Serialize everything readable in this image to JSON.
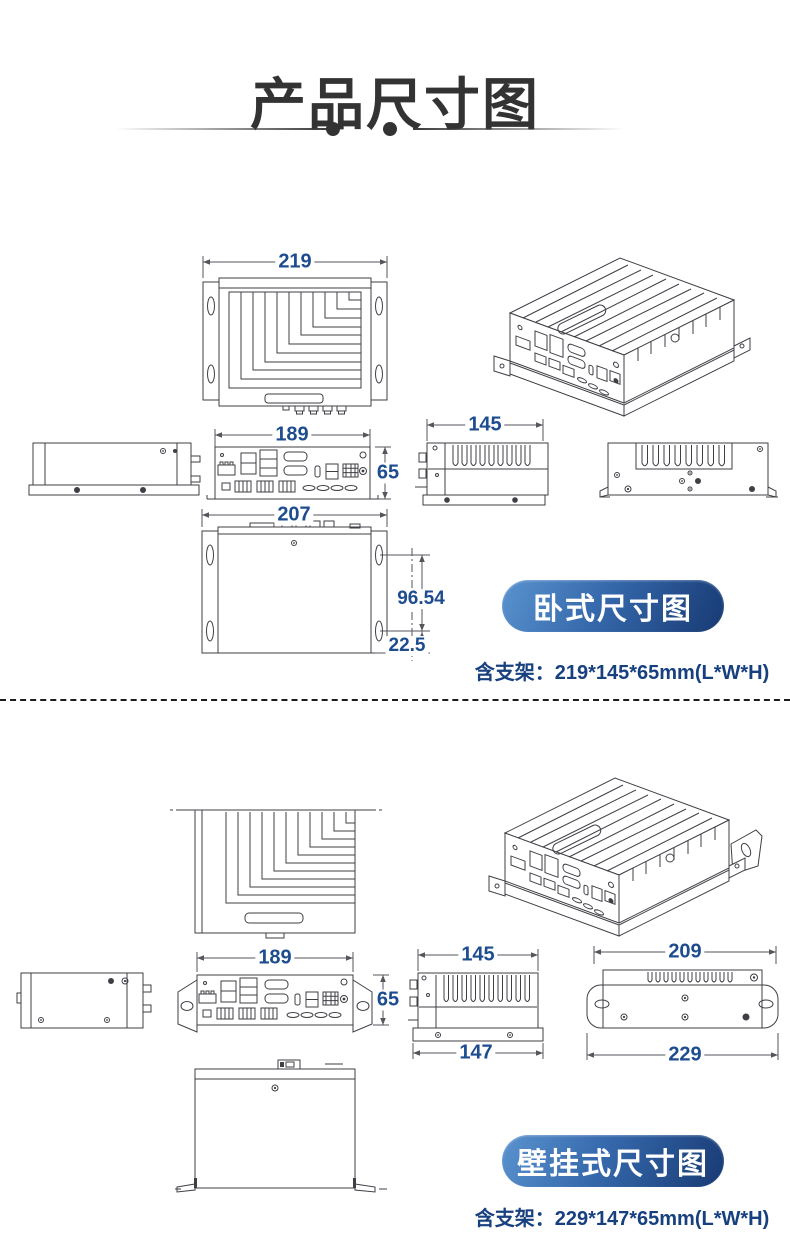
{
  "title": "产品尺寸图",
  "horizontal_section": {
    "badge": "卧式尺寸图",
    "caption": {
      "label": "含支架：",
      "value": "219*145*65mm(L*W*H)"
    },
    "dimensions": {
      "top_width": "219",
      "front_width": "189",
      "height": "65",
      "depth": "145",
      "bottom_width": "207",
      "mount_hole_span": "96.54",
      "mount_hole_offset": "22.5"
    }
  },
  "wall_section": {
    "badge": "壁挂式尺寸图",
    "caption": {
      "label": "含支架：",
      "value": "229*147*65mm(L*W*H)"
    },
    "dimensions": {
      "front_width": "189",
      "height": "65",
      "depth": "145",
      "bracket_depth": "147",
      "mount_hole_span": "209",
      "bracket_width": "229"
    }
  },
  "colors": {
    "title_text": "#333333",
    "dimension_text": "#1d4c8f",
    "caption_text": "#17407f",
    "badge_gradient_start": "#4f8bc9",
    "badge_gradient_end": "#183a73",
    "line_color": "#3f3f46"
  }
}
